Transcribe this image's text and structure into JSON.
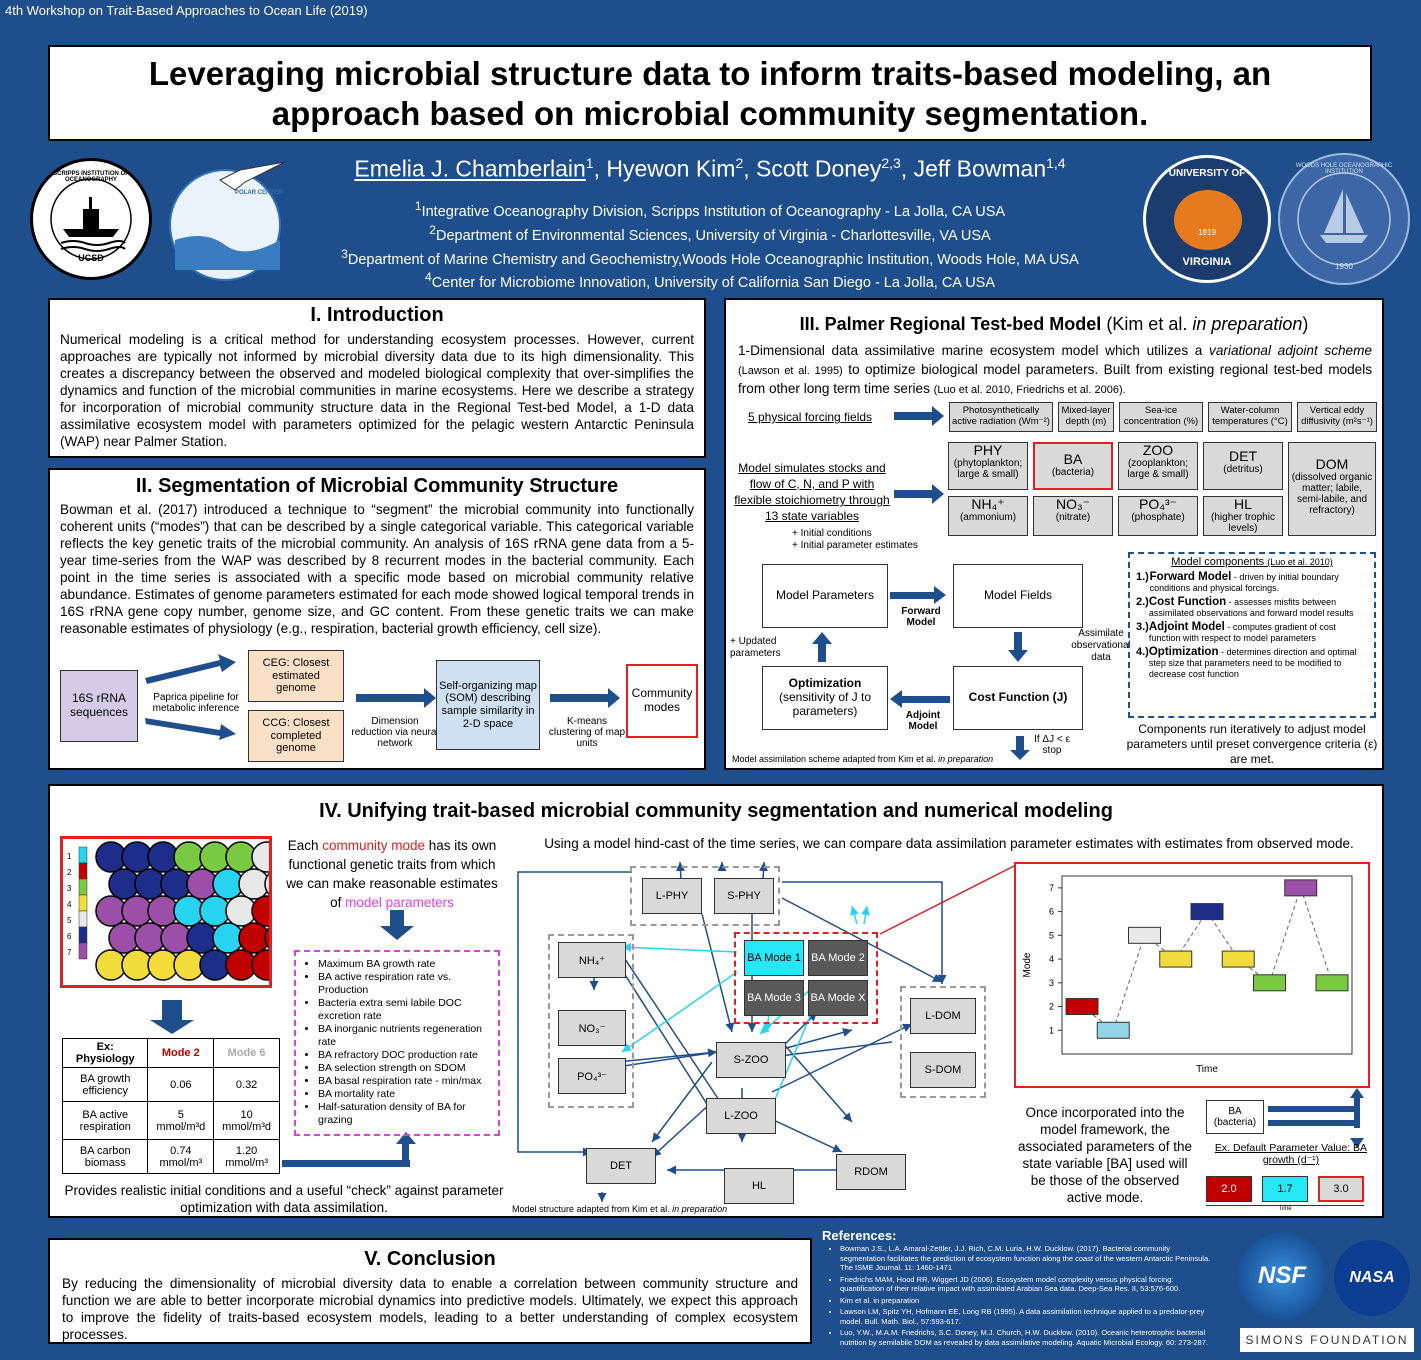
{
  "workshop": "4th Workshop on Trait-Based Approaches to Ocean Life (2019)",
  "title_line1": "Leveraging microbial structure data to inform traits-based modeling, an",
  "title_line2": "approach based on microbial community segmentation.",
  "authors": {
    "a1": "Emelia J. Chamberlain",
    "a1s": "1",
    "a2": ", Hyewon Kim",
    "a2s": "2",
    "a3": ", Scott Doney",
    "a3s": "2,3",
    "a4": ", Jeff Bowman",
    "a4s": "1,4"
  },
  "affiliations": [
    {
      "sup": "1",
      "text": "Integrative Oceanography Division, Scripps Institution of Oceanography - La Jolla, CA USA"
    },
    {
      "sup": "2",
      "text": "Department of Environmental Sciences, University of Virginia - Charlottesville, VA USA"
    },
    {
      "sup": "3",
      "text": "Department of Marine Chemistry and Geochemistry,Woods Hole Oceanographic Institution, Woods Hole, MA  USA"
    },
    {
      "sup": "4",
      "text": "Center for Microbiome Innovation, University of California San Diego - La Jolla, CA USA"
    }
  ],
  "logos": {
    "scripps": "SCRIPPS INSTITUTION OF OCEANOGRAPHY",
    "ucsd": "UCSD",
    "polar": "POLAR CENTER",
    "uva_top": "UNIVERSITY OF",
    "uva_bottom": "VIRGINIA",
    "uva_year": "1819",
    "whoi": "WOODS HOLE OCEANOGRAPHIC INSTITUTION",
    "whoi_year": "1930",
    "nsf": "NSF",
    "nasa": "NASA",
    "simons": "SIMONS FOUNDATION"
  },
  "intro": {
    "title": "I. Introduction",
    "text": "Numerical modeling is a critical method for understanding ecosystem processes. However, current approaches are typically not informed by microbial diversity data due to its high dimensionality. This creates a discrepancy between the observed and modeled biological complexity that over-simplifies the dynamics and function of the microbial communities in marine ecosystems. Here we describe a strategy for incorporation of microbial community structure data in the Regional Test-bed Model, a 1-D data assimilative ecosystem model with parameters optimized for the pelagic western Antarctic Peninsula (WAP) near Palmer Station."
  },
  "seg": {
    "title": "II. Segmentation of Microbial Community Structure",
    "text": "Bowman et al. (2017) introduced a technique to “segment” the microbial community into functionally coherent units (“modes”) that can be described by a single categorical variable. This categorical variable reflects the key genetic traits of the microbial community. An analysis of 16S rRNA gene data from a 5-year time-series from the WAP was described by 8 recurrent modes in the bacterial community. Each point in the time series is associated with a specific mode based on microbial community relative abundance. Estimates of genome parameters estimated for each mode showed logical temporal trends in 16S rRNA gene copy number, genome size, and GC content. From these genetic traits we can make reasonable estimates of physiology (e.g., respiration, bacterial growth efficiency, cell size).",
    "b16s": "16S rRNA sequences",
    "paprica": "Paprica pipeline for metabolic inference",
    "ceg": "CEG: Closest estimated genome",
    "ccg": "CCG: Closest completed genome",
    "dimred": "Dimension reduction via neural network",
    "som": "Self-organizing map (SOM) describing sample similarity in 2-D space",
    "kmeans": "K-means clustering of map units",
    "modes": "Community modes"
  },
  "palmer": {
    "title": "III. Palmer Regional Test-bed Model",
    "title_cite": " (Kim et al. ",
    "title_ital": "in preparation",
    "title_end": ")",
    "p1": "1-Dimensional data assimilative marine ecosystem model which utilizes a ",
    "p1i": "variational adjoint scheme",
    "p1c": " (Lawson et al. 1995)",
    "p1b": " to optimize biological model parameters. Built from existing regional test-bed models from other long term time series ",
    "p1c2": "(Luo et al. 2010, Friedrichs et al. 2006).",
    "forcing_label": "5 physical forcing fields",
    "forcings": [
      "Photosynthetically active radiation (Wm⁻²)",
      "Mixed-layer depth (m)",
      "Sea-ice concentration (%)",
      "Water-column temperatures (°C)",
      "Vertical eddy diffusivity (m²s⁻¹)"
    ],
    "stocks_label": "Model simulates stocks and flow of C, N, and P with flexible stoichiometry through 13 state variables",
    "states": [
      {
        "n": "PHY",
        "d": "(phytoplankton; large & small)"
      },
      {
        "n": "BA",
        "d": "(bacteria)"
      },
      {
        "n": "ZOO",
        "d": "(zooplankton; large & small)"
      },
      {
        "n": "DET",
        "d": "(detritus)"
      },
      {
        "n": "NH₄⁺",
        "d": "(ammonium)"
      },
      {
        "n": "NO₃⁻",
        "d": "(nitrate)"
      },
      {
        "n": "PO₄³⁻",
        "d": "(phosphate)"
      },
      {
        "n": "HL",
        "d": "(higher trophic levels)"
      },
      {
        "n": "DOM",
        "d": "(dissolved organic matter; labile, semi-labile, and refractory)"
      }
    ],
    "init": "+ Initial conditions",
    "init2": "+ Initial parameter estimates",
    "params": "Model Parameters",
    "fields": "Model Fields",
    "forward": "Forward Model",
    "assim": "Assimilate observational data",
    "cost": "Cost Function (J)",
    "adjoint": "Adjoint Model",
    "opt_title": "Optimization",
    "opt_sub": "(sensitivity of J to parameters)",
    "updated": "+ Updated parameters",
    "stop": "If ΔJ < ε stop",
    "scheme_note": "Model assimilation scheme adapted  from Kim et al. ",
    "scheme_ital": "in preparation",
    "comp_title": "Model components ",
    "comp_cite": "(Luo et al. 2010)",
    "components": [
      {
        "n": "1.)",
        "b": "Forward Model",
        "t": " - driven by initial boundary conditions and physical forcings."
      },
      {
        "n": "2.)",
        "b": "Cost Function",
        "t": " - assesses misfits between assimilated observations and forward model results"
      },
      {
        "n": "3.)",
        "b": "Adjoint Model",
        "t": " - computes gradient of cost function with respect to model parameters"
      },
      {
        "n": "4.)",
        "b": "Optimization",
        "t": " - determines direction and optimal step size that parameters need to be modified to decrease cost function"
      }
    ],
    "iter": "Components run iteratively to adjust model parameters until preset convergence criteria (ε) are met."
  },
  "unify": {
    "title": "IV. Unifying trait-based microbial community segmentation and numerical modeling",
    "each1": "Each ",
    "each_red": "community mode",
    "each2": " has its own functional genetic traits from which we can make reasonable estimates of ",
    "each_mag": "model parameters",
    "bullets": [
      "Maximum BA growth rate",
      "BA active respiration rate vs. Production",
      "Bacteria extra semi labile DOC excretion rate",
      "BA inorganic nutrients regeneration rate",
      "BA refractory DOC production rate",
      "BA selection strength on SDOM",
      "BA basal respiration rate - min/max",
      "BA mortality rate",
      "Half-saturation density of BA for grazing"
    ],
    "table": {
      "h0": "Ex: Physiology",
      "h1": "Mode 2",
      "h2": "Mode 6",
      "rows": [
        [
          "BA growth efficiency",
          "0.06",
          "0.32"
        ],
        [
          "BA active respiration",
          "5 mmol/m³d",
          "10 mmol/m³d"
        ],
        [
          "BA carbon biomass",
          "0.74 mmol/m³",
          "1.20 mmol/m³"
        ]
      ]
    },
    "provides": "Provides realistic initial conditions and a useful “check” against parameter optimization with data assimilation.",
    "hindcast": "Using a model hind-cast of the time series, we can compare data assimilation parameter estimates with estimates from observed mode.",
    "nodes": {
      "lphy": "L-PHY",
      "sphy": "S-PHY",
      "nh4": "NH₄⁺",
      "no3": "NO₃⁻",
      "po4": "PO₄³⁻",
      "szoo": "S-ZOO",
      "lzoo": "L-ZOO",
      "det": "DET",
      "hl": "HL",
      "rdom": "RDOM",
      "ldom": "L-DOM",
      "sdom": "S-DOM",
      "ba1": "BA Mode 1",
      "ba2": "BA Mode 2",
      "ba3": "BA Mode 3",
      "bax": "BA Mode X"
    },
    "struct_note": "Model structure adapted from Kim et al. ",
    "struct_ital": "in preparation",
    "som_labels": [
      "1",
      "2",
      "3",
      "4",
      "5",
      "6",
      "7"
    ],
    "once": "Once incorporated into the model framework, the associated parameters of the state variable [BA] used will be those of the observed active mode.",
    "ba_box": "BA (bacteria)",
    "default_title": "Ex. Default Parameter Value: BA growth (d⁻¹)",
    "defaults": [
      "2.0",
      "1.7",
      "3.0"
    ],
    "time_small": "Time"
  },
  "chart_data": {
    "type": "scatter",
    "xlabel": "Time",
    "ylabel": "Mode",
    "ylim": [
      0,
      7.5
    ],
    "yticks": [
      1,
      2,
      3,
      4,
      5,
      6,
      7
    ],
    "points": [
      2,
      1,
      5,
      4,
      6,
      4,
      3,
      7,
      3
    ],
    "point_colors": [
      "#c00000",
      "#92d4e8",
      "#e8e8e8",
      "#f2dc3c",
      "#1f2d8a",
      "#f2dc3c",
      "#7ac943",
      "#9b4fa8",
      "#7ac943"
    ]
  },
  "conclusion": {
    "title": "V. Conclusion",
    "text": "By reducing the dimensionality of microbial diversity data to enable a correlation between community structure and function we are able to better incorporate microbial dynamics into predictive models. Ultimately, we expect this approach to improve the fidelity of traits-based ecosystem models, leading to a better understanding of complex ecosystem processes."
  },
  "refs": {
    "title": "References:",
    "items": [
      "Bowman J.S., L.A. Amaral-Zettler, J.J. Rich, C.M. Luria, H.W. Ducklow. (2017). Bacterial community segmentation facilitates the prediction of ecosystem function along the coast of the western Antarctic Peninsula. The ISME Journal. 11: 1460-1471",
      "Friedrichs MAM, Hood RR, Wiggert JD (2006). Ecosystem model complexity versus physical forcing: quantification of their relative impact with assimilated Arabian Sea data. Deep-Sea Res. II, 53:576-600.",
      "Kim et al. in preparation",
      "Lawson LM, Spitz YH, Hofmann EE, Long RB (1995). A data assimilation technique applied to a predator-prey model. Bull. Math. Biol., 57:593-617.",
      "Luo, Y.W., M.A.M. Friedrichs, S.C. Doney, M.J. Church, H.W. Ducklow. (2010). Oceanic heterotrophic bacterial nutrition by semilabile DOM as revealed by data assimilative modeling. Aquatic Microbial Ecology. 60: 273-287."
    ]
  }
}
